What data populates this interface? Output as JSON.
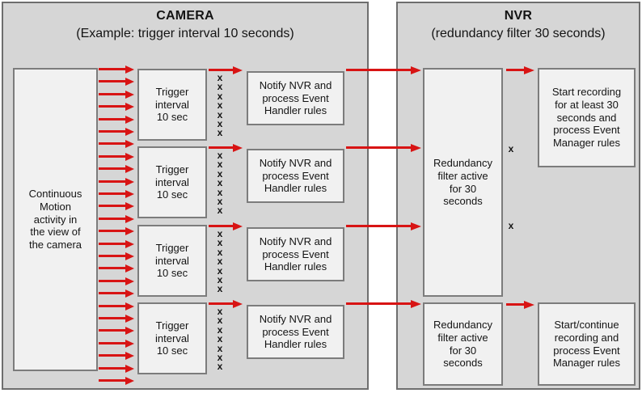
{
  "colors": {
    "arrow_red": "#d81414",
    "panel_bg": "#d6d6d6",
    "panel_border": "#6e6e6e",
    "box_bg": "#f1f1f1",
    "box_border": "#7c7c7c"
  },
  "camera_panel": {
    "title": "CAMERA",
    "subtitle": "(Example: trigger interval 10 seconds)",
    "source_box": "Continuous\nMotion\nactivity in\nthe view of\nthe camera",
    "motion_arrow_count": 26,
    "suppress_mark": "x",
    "rows": [
      {
        "trigger": "Trigger\ninterval\n10 sec",
        "suppress_count": 7,
        "notify": "Notify NVR and\nprocess Event\nHandler rules"
      },
      {
        "trigger": "Trigger\ninterval\n10 sec",
        "suppress_count": 7,
        "notify": "Notify NVR and\nprocess Event\nHandler rules"
      },
      {
        "trigger": "Trigger\ninterval\n10 sec",
        "suppress_count": 7,
        "notify": "Notify NVR and\nprocess Event\nHandler rules"
      },
      {
        "trigger": "Trigger\ninterval\n10 sec",
        "suppress_count": 7,
        "notify": "Notify NVR and\nprocess Event\nHandler rules"
      }
    ]
  },
  "nvr_panel": {
    "title": "NVR",
    "subtitle": "(redundancy filter 30 seconds)",
    "filter_box_top": "Redundancy\nfilter active\nfor 30\nseconds",
    "action_box_top": "Start recording\nfor at least 30\nseconds and\nprocess Event\nManager rules",
    "blocked_marks": [
      "x",
      "x"
    ],
    "filter_box_bottom": "Redundancy\nfilter active\nfor 30\nseconds",
    "action_box_bottom": "Start/continue\nrecording and\nprocess Event\nManager rules"
  }
}
